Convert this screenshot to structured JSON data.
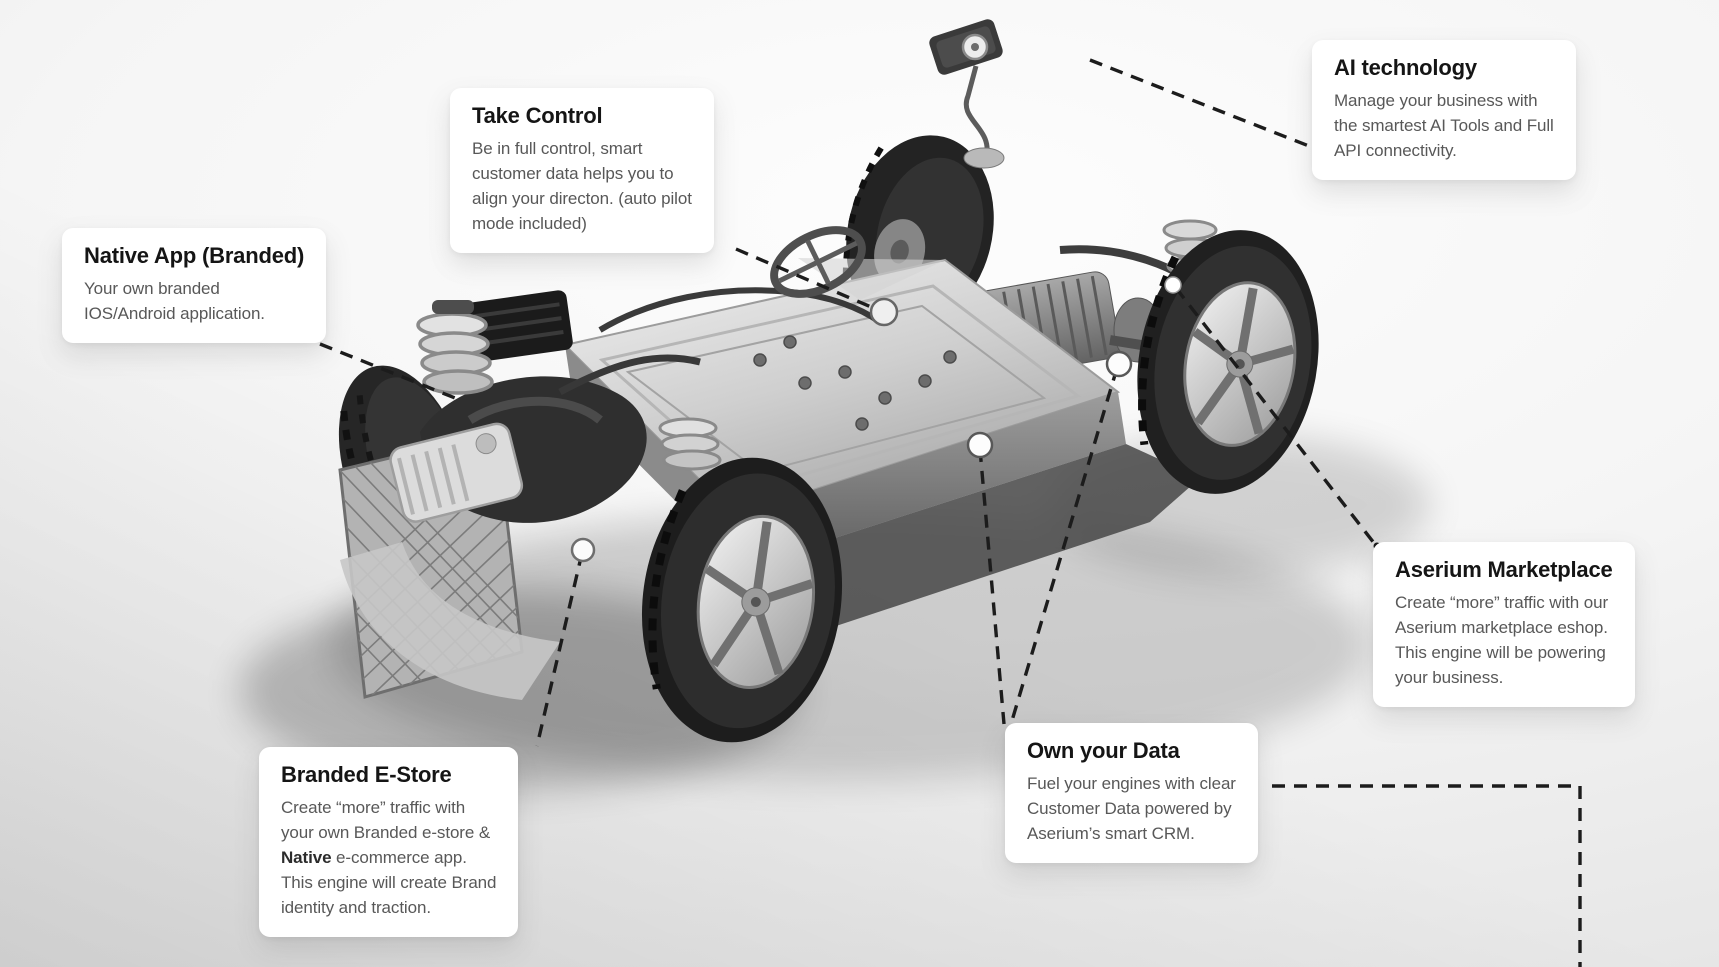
{
  "colors": {
    "background": "#f5f5f5",
    "card_background": "#ffffff",
    "connector_line": "#1c1c1c",
    "title_text": "#151515",
    "body_text": "#585858"
  },
  "cards": {
    "native_app": {
      "title": "Native App (Branded)",
      "body": [
        "Your own branded",
        "IOS/Android application."
      ]
    },
    "take_control": {
      "title": "Take Control",
      "body": [
        "Be in full control, smart",
        "customer data helps you to",
        "align your directon. (auto pilot",
        "mode included)"
      ]
    },
    "ai_technology": {
      "title": "AI technology",
      "body": [
        "Manage your business with",
        "the smartest AI Tools and Full",
        "API connectivity."
      ]
    },
    "aserium_marketplace": {
      "title": "Aserium Marketplace",
      "body": [
        "Create “more” traffic with our",
        "Aserium marketplace eshop.",
        "This engine will be powering",
        "your business."
      ]
    },
    "own_your_data": {
      "title": "Own your Data",
      "body": [
        "Fuel your engines with clear",
        "Customer Data powered by",
        "Aserium’s smart CRM."
      ]
    },
    "branded_estore": {
      "title": "Branded E-Store",
      "body": [
        "Create “more” traffic with",
        "your own Branded e-store &"
      ],
      "native_bold": "Native",
      "native_rest": " e-commerce app.",
      "body_tail": [
        "This engine will create Brand",
        "identity and traction."
      ]
    }
  }
}
